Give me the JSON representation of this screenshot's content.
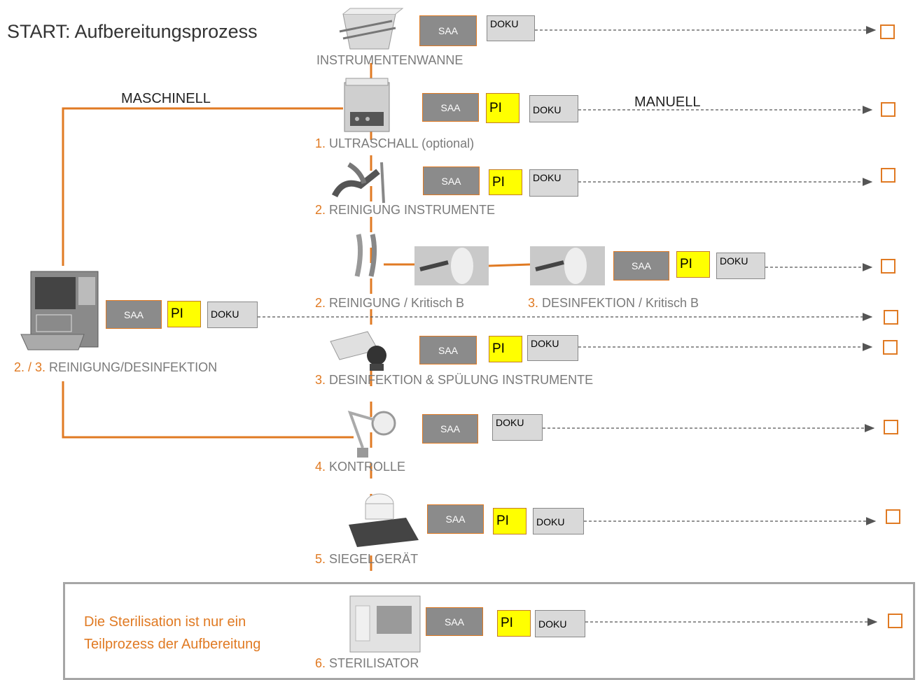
{
  "title": "START: Aufbereitungsprozess",
  "branches": {
    "machine": "MASCHINELL",
    "manual": "MANUELL"
  },
  "box_labels": {
    "saa": "SAA",
    "pi": "PI",
    "doku": "DOKU"
  },
  "steps": [
    {
      "number": "",
      "label": "INSTRUMENTENWANNE",
      "has_pi": false
    },
    {
      "number": "1.",
      "label": "ULTRASCHALL (optional)",
      "has_pi": true
    },
    {
      "number": "2.",
      "label": "REINIGUNG INSTRUMENTE",
      "has_pi": true
    },
    {
      "number": "2.",
      "label": "REINIGUNG / Kritisch B",
      "has_pi": false
    },
    {
      "number": "3.",
      "label": "DESINFEKTION / Kritisch B",
      "has_pi": true
    },
    {
      "number": "2. / 3.",
      "label": "REINIGUNG/DESINFEKTION",
      "has_pi": true
    },
    {
      "number": "3.",
      "label": "DESINFEKTION & SPÜLUNG INSTRUMENTE",
      "has_pi": true
    },
    {
      "number": "4.",
      "label": "KONTROLLE",
      "has_pi": false
    },
    {
      "number": "5.",
      "label": "SIEGELGERÄT",
      "has_pi": true
    },
    {
      "number": "6.",
      "label": "STERILISATOR",
      "has_pi": true
    }
  ],
  "note": {
    "line1": "Die Sterilisation ist nur ein",
    "line2": "Teilprozess der Aufbereitung"
  },
  "colors": {
    "accent": "#e07a23",
    "saa_fill": "#8b8b8b",
    "pi_fill": "#ffff00",
    "doku_fill": "#d9d9d9",
    "frame": "#a6a6a6"
  }
}
